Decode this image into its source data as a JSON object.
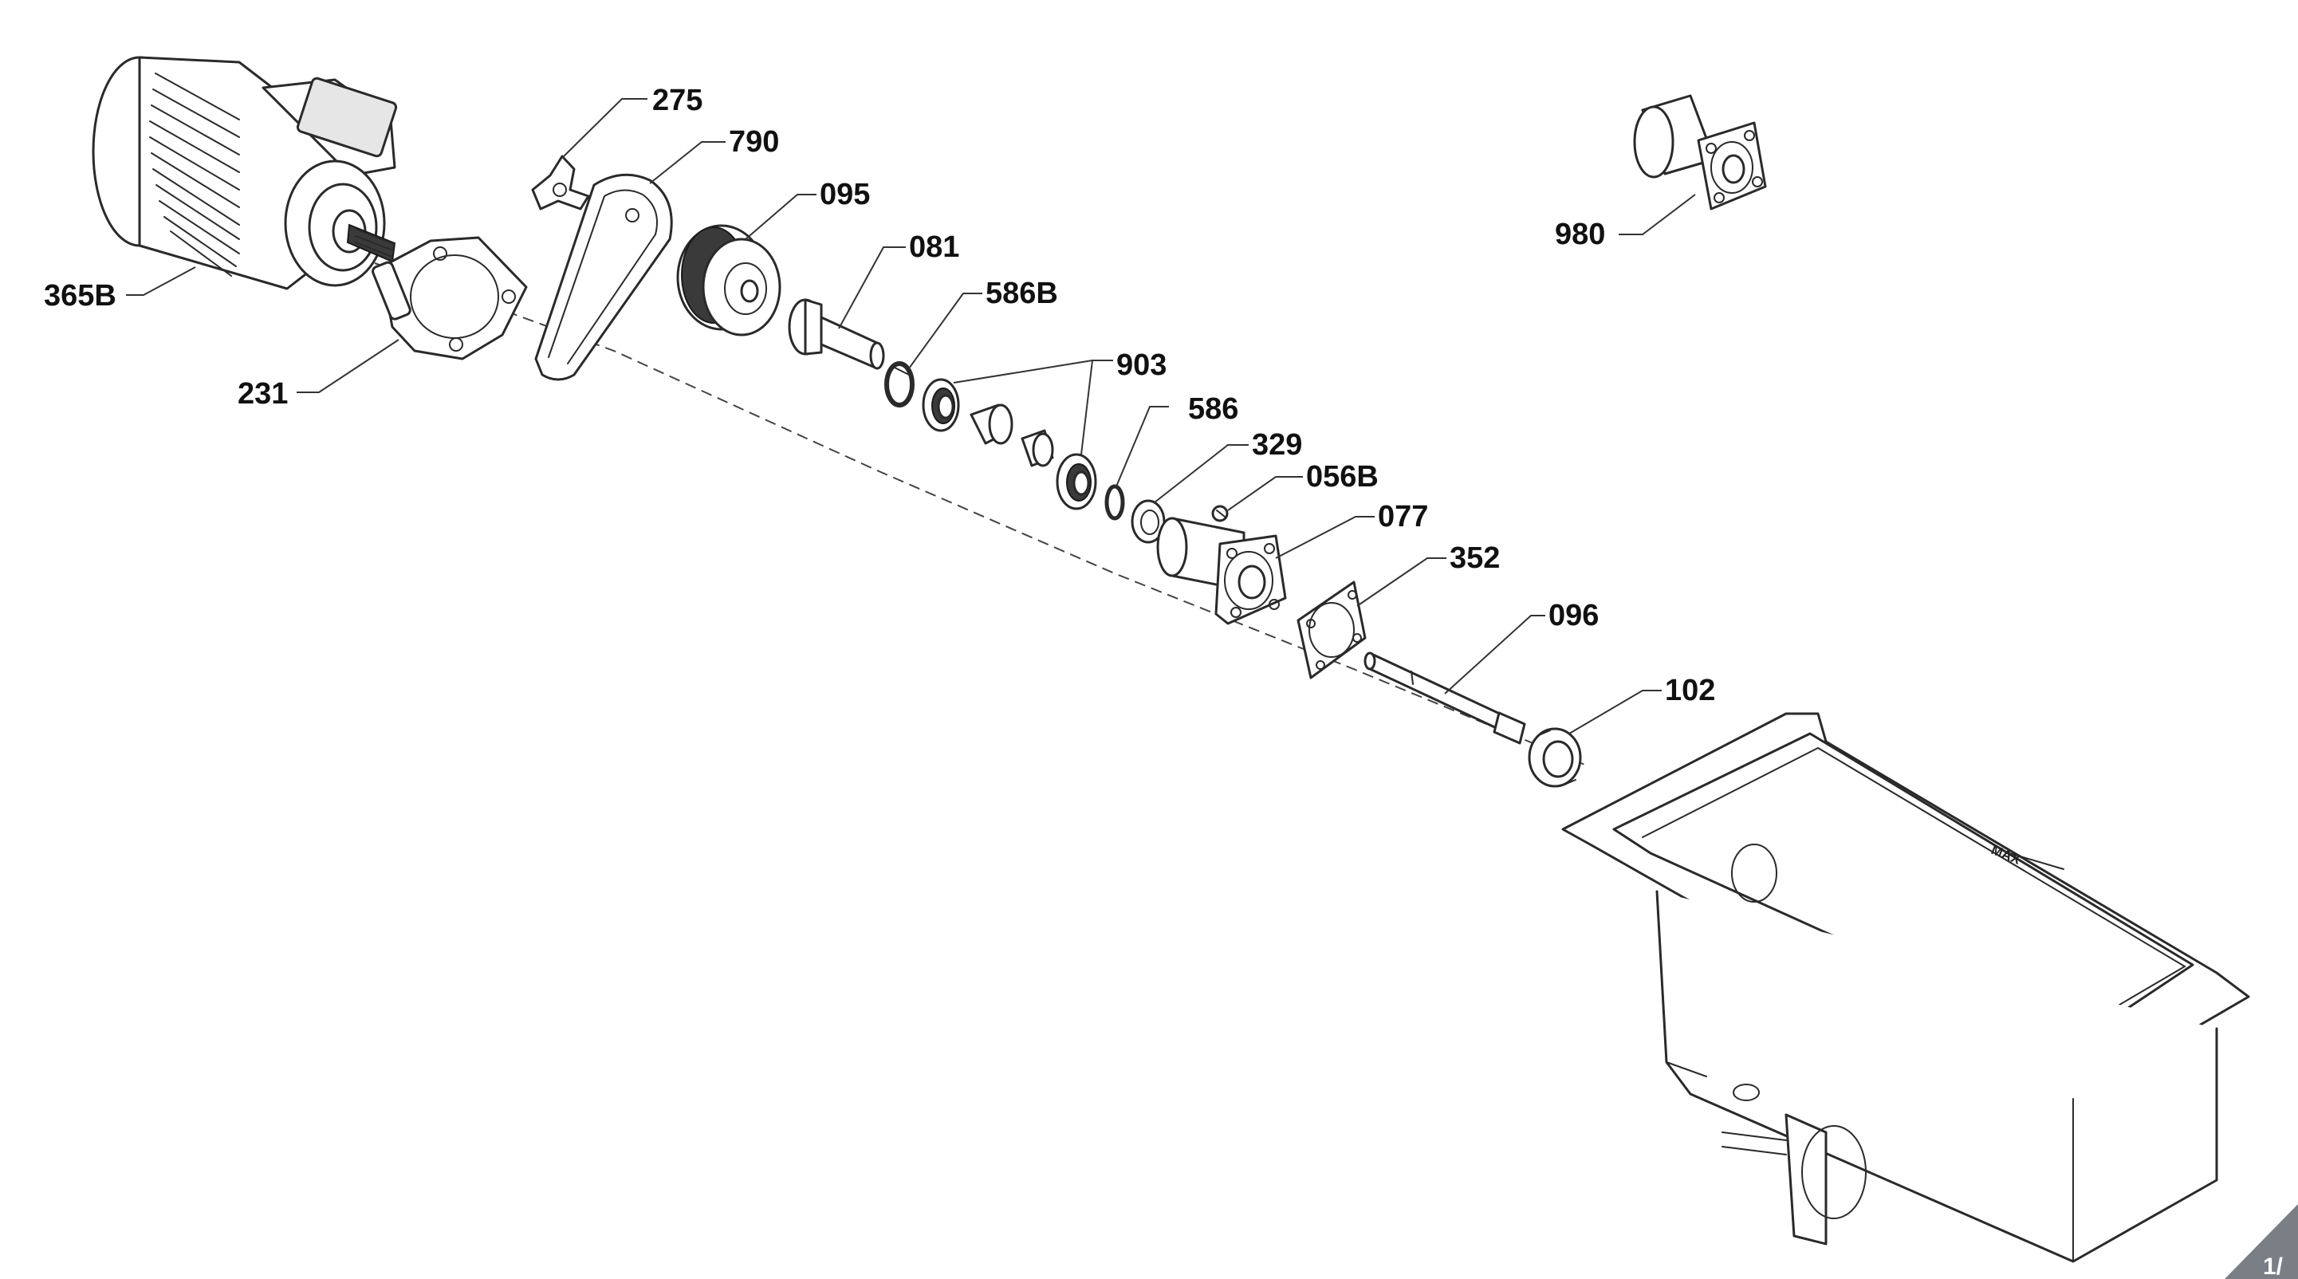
{
  "diagram": {
    "parts": [
      {
        "id": "365B"
      },
      {
        "id": "275"
      },
      {
        "id": "790"
      },
      {
        "id": "095"
      },
      {
        "id": "081"
      },
      {
        "id": "586B"
      },
      {
        "id": "903"
      },
      {
        "id": "231"
      },
      {
        "id": "586"
      },
      {
        "id": "329"
      },
      {
        "id": "056B"
      },
      {
        "id": "077"
      },
      {
        "id": "352"
      },
      {
        "id": "096"
      },
      {
        "id": "102"
      },
      {
        "id": "980"
      }
    ],
    "basin_mark": "MAX",
    "page_corner": "1/"
  }
}
